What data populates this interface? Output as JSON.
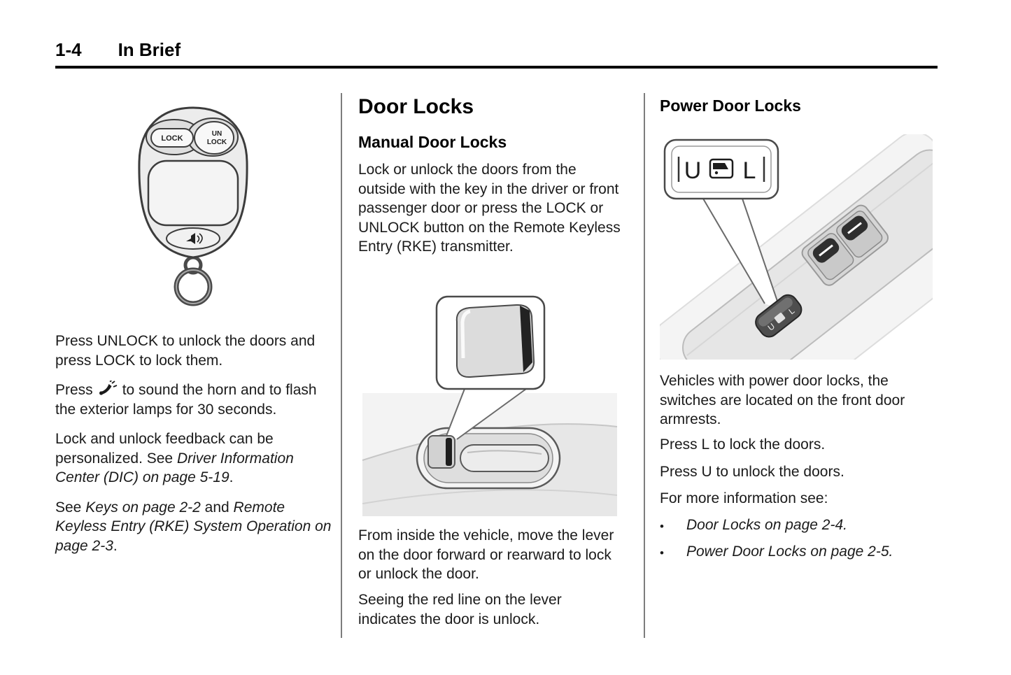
{
  "page": {
    "number": "1-4",
    "section": "In Brief"
  },
  "left_column": {
    "fob": {
      "lock_button": "LOCK",
      "unlock_button_line1": "UN",
      "unlock_button_line2": "LOCK"
    },
    "paragraph1": "Press UNLOCK to unlock the doors and press LOCK to lock them.",
    "paragraph2_before_icon": "Press",
    "paragraph2_after_icon": "to sound the horn and to flash the exterior lamps for 30 seconds.",
    "paragraph3_text": "Lock and unlock feedback can be personalized. See ",
    "paragraph3_italic": "Driver Information Center (DIC) on page 5-19",
    "paragraph3_end": ".",
    "paragraph4_text": "See ",
    "paragraph4_italic1": "Keys on page 2-2",
    "paragraph4_mid": " and ",
    "paragraph4_italic2": "Remote Keyless Entry (RKE) System Operation on page 2-3",
    "paragraph4_end": "."
  },
  "middle_column": {
    "heading": "Door Locks",
    "subheading": "Manual Door Locks",
    "paragraph1": "Lock or unlock the doors from the outside with the key in the driver or front passenger door or press the LOCK or UNLOCK button on the Remote Keyless Entry (RKE) transmitter.",
    "paragraph2": "From inside the vehicle, move the lever on the door forward or rearward to lock or unlock the door.",
    "paragraph3": "Seeing the red line on the lever indicates the door is unlock."
  },
  "right_column": {
    "heading": "Power Door Locks",
    "switch_callout": {
      "unlock_label": "U",
      "lock_label": "L"
    },
    "paragraph1": "Vehicles with power door locks, the switches are located on the front door armrests.",
    "paragraph2": "Press L to lock the doors.",
    "paragraph3": "Press U to unlock the doors.",
    "paragraph4": "For more information see:",
    "bullet_marker": "•",
    "bullets": [
      "Door Locks on page 2-4.",
      "Power Door Locks on page 2-5."
    ]
  }
}
